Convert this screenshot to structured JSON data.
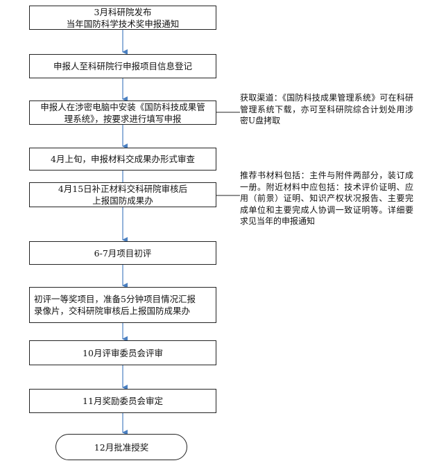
{
  "flow": {
    "steps": [
      {
        "line1": "3月科研院发布",
        "line2": "当年国防科学技术奖申报通知"
      },
      {
        "line1": "申报人至科研院行申报项目信息登记",
        "line2": ""
      },
      {
        "line1": "申报人在涉密电脑中安装《国防科技成果管",
        "line2": "理系统》，按要求进行填写申报"
      },
      {
        "line1": "4月上旬，申报材料交成果办形式审查",
        "line2": ""
      },
      {
        "line1": "4月15日补正材料交科研院审核后",
        "line2": "上报国防成果办"
      },
      {
        "line1": "6-7月项目初评",
        "line2": ""
      },
      {
        "line1": "初评一等奖项目，准备5分钟项目情况汇报",
        "line2": "录像片，交科研院审核后上报国防成果办"
      },
      {
        "line1": "10月评审委员会评审",
        "line2": ""
      },
      {
        "line1": "11月奖励委员会审定",
        "line2": ""
      },
      {
        "line1": "12月批准授奖",
        "line2": ""
      }
    ]
  },
  "notes": {
    "acquire": "获取渠道：《国防科技成果管理系统》可在科研管理系统下载，亦可至科研院综合计划处用涉密U盘拷取",
    "materials": "推荐书材料包括：主件与附件两部分，装订成一册。附近材料中应包括：技术评价证明、应用（前景）证明、知识产权状况报告、主要完成单位和主要完成人协调一致证明等。详细要求见当年的申报通知"
  },
  "colors": {
    "arrow": "#4a7fc0",
    "border": "#222222"
  }
}
